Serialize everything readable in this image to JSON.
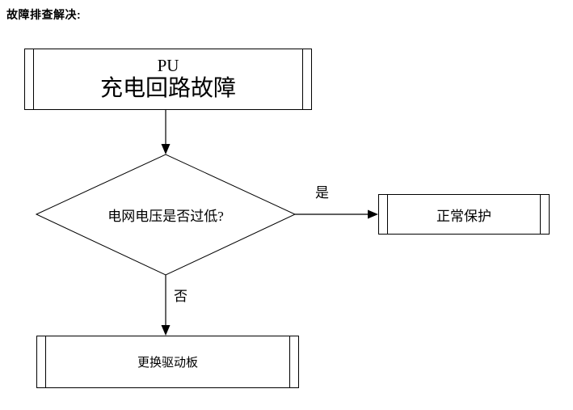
{
  "page": {
    "title": "故障排查解决:"
  },
  "flowchart": {
    "start_box": {
      "line1": "PU",
      "line2": "充电回路故障"
    },
    "decision_label": "电网电压是否过低?",
    "branch_yes_label": "是",
    "branch_no_label": "否",
    "yes_box_label": "正常保护",
    "no_box_label": "更换驱动板",
    "colors": {
      "stroke": "#000000",
      "background": "#ffffff"
    }
  }
}
